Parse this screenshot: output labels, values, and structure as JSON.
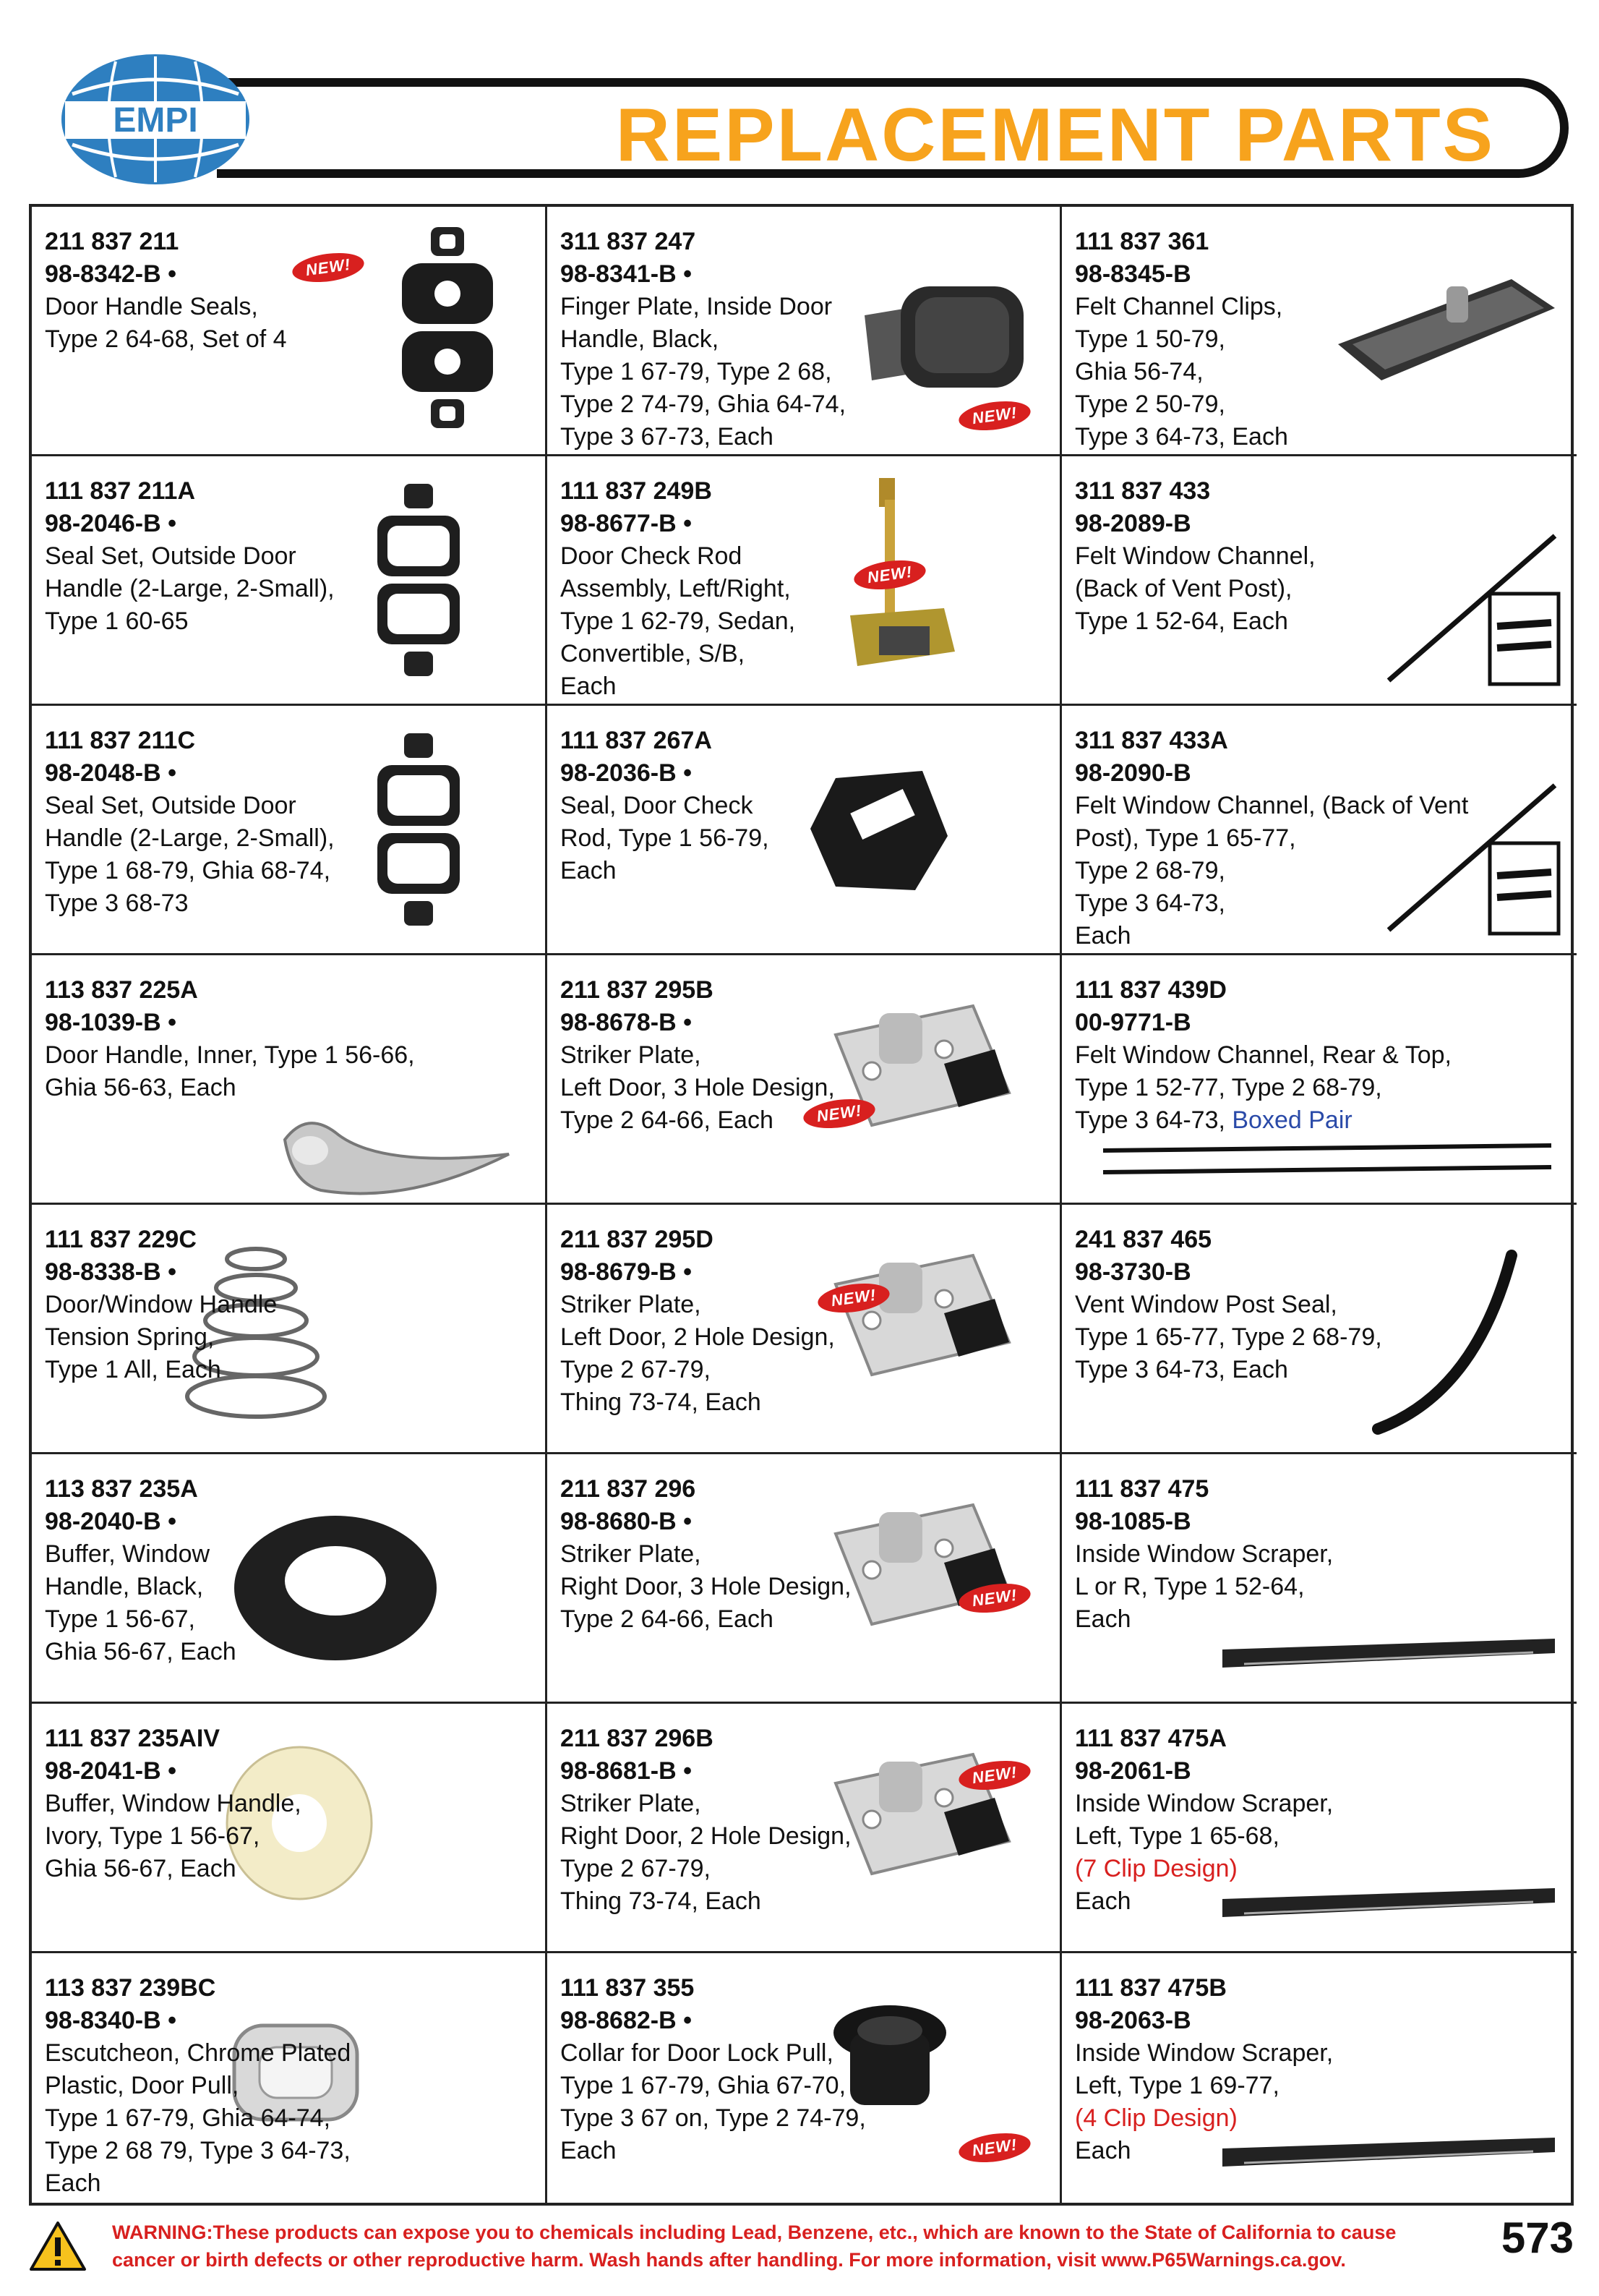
{
  "header": {
    "logo_text": "EMPI",
    "title": "REPLACEMENT PARTS"
  },
  "badge_text": "NEW!",
  "colors": {
    "accent_orange": "#f7a31d",
    "badge_red": "#d8201f",
    "link_blue": "#2a4aa8"
  },
  "cells": [
    {
      "pn": "211 837 211",
      "sku": "98-8342-B •",
      "lines": [
        "Door Handle Seals,",
        "Type 2 64-68, Set of 4"
      ],
      "is_new": true,
      "icon": "door-handle-seals-icon"
    },
    {
      "pn": "311 837 247",
      "sku": "98-8341-B •",
      "lines": [
        "Finger Plate, Inside Door",
        "Handle, Black,",
        "Type 1  67-79, Type 2 68,",
        "Type 2 74-79, Ghia 64-74,",
        "Type 3 67-73, Each"
      ],
      "is_new": true,
      "icon": "finger-plate-icon"
    },
    {
      "pn": "111 837 361",
      "sku": "98-8345-B",
      "lines": [
        "Felt Channel Clips,",
        "Type 1 50-79,",
        "Ghia 56-74,",
        "Type 2 50-79,",
        "Type 3 64-73, Each"
      ],
      "is_new": false,
      "icon": "felt-channel-clip-icon"
    },
    {
      "pn": "111 837 211A",
      "sku": "98-2046-B •",
      "lines": [
        "Seal Set, Outside Door",
        "Handle (2-Large, 2-Small),",
        "Type 1 60-65"
      ],
      "is_new": false,
      "icon": "seal-set-icon"
    },
    {
      "pn": "111 837 249B",
      "sku": "98-8677-B •",
      "lines": [
        "Door Check Rod",
        "Assembly, Left/Right,",
        "Type 1 62-79, Sedan,",
        "Convertible, S/B,",
        "Each"
      ],
      "is_new": true,
      "icon": "door-check-rod-icon"
    },
    {
      "pn": "311 837 433",
      "sku": "98-2089-B",
      "lines": [
        "Felt Window Channel,",
        "(Back of Vent Post),",
        "Type 1 52-64, Each"
      ],
      "is_new": false,
      "icon": "felt-window-channel-icon"
    },
    {
      "pn": "111 837 211C",
      "sku": "98-2048-B •",
      "lines": [
        "Seal Set, Outside Door",
        "Handle (2-Large, 2-Small),",
        "Type 1 68-79, Ghia 68-74,",
        "Type 3 68-73"
      ],
      "is_new": false,
      "icon": "seal-set-icon"
    },
    {
      "pn": "111 837 267A",
      "sku": "98-2036-B •",
      "lines": [
        "Seal, Door Check",
        "Rod, Type 1 56-79,",
        "Each"
      ],
      "is_new": false,
      "icon": "door-check-seal-icon"
    },
    {
      "pn": "311 837 433A",
      "sku": "98-2090-B",
      "lines": [
        "Felt Window Channel, (Back of Vent",
        "Post), Type 1 65-77,",
        "Type 2 68-79,",
        "Type 3 64-73,",
        "Each"
      ],
      "is_new": false,
      "icon": "felt-window-channel-icon"
    },
    {
      "pn": "113 837 225A",
      "sku": "98-1039-B •",
      "lines": [
        "Door Handle, Inner,  Type 1 56-66,",
        "Ghia 56-63, Each"
      ],
      "is_new": false,
      "icon": "inner-door-handle-icon"
    },
    {
      "pn": "211 837 295B",
      "sku": "98-8678-B •",
      "lines": [
        "Striker Plate,",
        "Left Door, 3 Hole Design,",
        "Type 2 64-66, Each"
      ],
      "is_new": true,
      "icon": "striker-plate-icon"
    },
    {
      "pn": "111 837 439D",
      "sku": "00-9771-B",
      "lines": [
        "Felt Window Channel, Rear & Top,",
        "Type 1 52-77, Type 2 68-79,",
        "Type 3 64-73, "
      ],
      "blue_suffix": "Boxed Pair",
      "is_new": false,
      "icon": "felt-strip-pair-icon"
    },
    {
      "pn": "111 837 229C",
      "sku": "98-8338-B •",
      "lines": [
        "Door/Window Handle",
        "Tension Spring,",
        " Type 1 All, Each"
      ],
      "is_new": false,
      "icon": "tension-spring-icon"
    },
    {
      "pn": "211 837 295D",
      "sku": "98-8679-B •",
      "lines": [
        "Striker Plate,",
        "Left Door, 2 Hole Design,",
        "Type 2 67-79,",
        "Thing 73-74, Each"
      ],
      "is_new": true,
      "icon": "striker-plate-icon"
    },
    {
      "pn": "241 837 465",
      "sku": "98-3730-B",
      "lines": [
        "Vent Window Post Seal,",
        "Type 1 65-77, Type 2 68-79,",
        "Type 3 64-73, Each"
      ],
      "is_new": false,
      "icon": "vent-post-seal-icon"
    },
    {
      "pn": "113 837 235A",
      "sku": "98-2040-B •",
      "lines": [
        "Buffer, Window",
        "Handle, Black,",
        "Type 1 56-67,",
        "Ghia 56-67, Each"
      ],
      "is_new": false,
      "icon": "buffer-black-icon"
    },
    {
      "pn": "211 837 296",
      "sku": "98-8680-B •",
      "lines": [
        "Striker Plate,",
        "Right Door, 3 Hole Design,",
        "Type 2 64-66, Each"
      ],
      "is_new": true,
      "icon": "striker-plate-icon"
    },
    {
      "pn": "111 837 475",
      "sku": "98-1085-B",
      "lines": [
        "Inside Window Scraper,",
        "L or R, Type 1 52-64,",
        "Each"
      ],
      "is_new": false,
      "icon": "window-scraper-icon"
    },
    {
      "pn": "111 837 235AIV",
      "sku": "98-2041-B •",
      "lines": [
        "Buffer, Window Handle,",
        "Ivory, Type 1 56-67,",
        "Ghia 56-67, Each"
      ],
      "is_new": false,
      "icon": "buffer-ivory-icon"
    },
    {
      "pn": "211 837 296B",
      "sku": "98-8681-B •",
      "lines": [
        "Striker Plate,",
        "Right Door, 2 Hole Design,",
        "Type 2 67-79,",
        "Thing 73-74, Each"
      ],
      "is_new": true,
      "icon": "striker-plate-icon"
    },
    {
      "pn": "111 837 475A",
      "sku": "98-2061-B",
      "lines": [
        "Inside Window Scraper,",
        "Left, Type 1 65-68,"
      ],
      "red_line": "(7 Clip Design)",
      "tail_line": "Each",
      "is_new": false,
      "icon": "window-scraper-icon"
    },
    {
      "pn": "113 837 239BC",
      "sku": "98-8340-B •",
      "lines": [
        "Escutcheon, Chrome Plated",
        "Plastic, Door Pull,",
        "Type 1 67-79, Ghia 64-74,",
        "Type 2 68 79, Type 3 64-73,",
        "Each"
      ],
      "is_new": false,
      "icon": "escutcheon-icon"
    },
    {
      "pn": "111 837 355",
      "sku": "98-8682-B •",
      "lines": [
        "Collar for Door Lock Pull,",
        "Type 1 67-79, Ghia 67-70,",
        "Type 3 67 on, Type 2 74-79,",
        "Each"
      ],
      "is_new": true,
      "icon": "collar-icon"
    },
    {
      "pn": "111 837 475B",
      "sku": "98-2063-B",
      "lines": [
        "Inside Window Scraper,",
        "Left, Type 1 69-77,"
      ],
      "red_line": "(4 Clip Design)",
      "tail_line": "Each",
      "is_new": false,
      "icon": "window-scraper-icon"
    }
  ],
  "footer": {
    "warning_label": "WARNING:",
    "warning_line1": "These products can expose you to chemicals including Lead, Benzene, etc., which are known to the State of California to cause",
    "warning_line2": "cancer or birth defects or other reproductive harm.  Wash hands after handling.  For more information, visit www.P65Warnings.ca.gov.",
    "page_number": "573"
  }
}
